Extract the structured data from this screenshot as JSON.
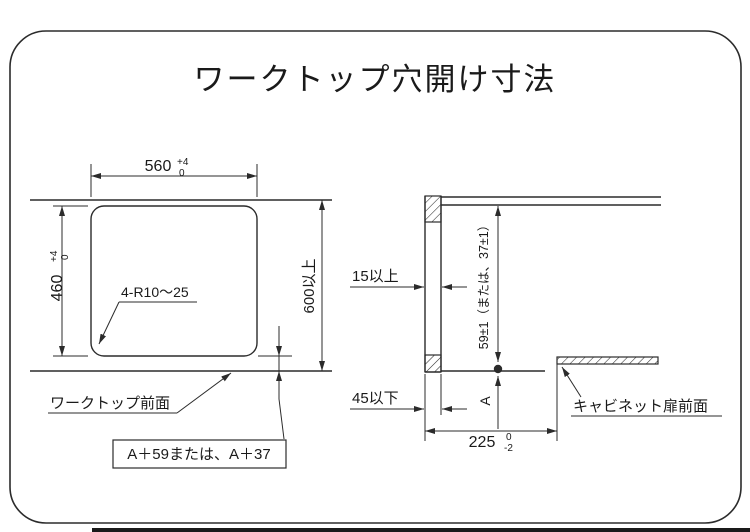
{
  "colors": {
    "line": "#2b2b2b",
    "text": "#1a1a1a",
    "background": "#ffffff"
  },
  "title": "ワークトップ穴開け寸法",
  "left_view": {
    "width_dim": {
      "value": "560",
      "tol_upper": "+4",
      "tol_lower": "0"
    },
    "height_dim": {
      "value": "460",
      "tol_upper": "+4",
      "tol_lower": "0"
    },
    "depth_dim": "600以上",
    "corner_note": "4-R10～25",
    "front_label": "ワークトップ前面",
    "offset_note": "A＋59または、A＋37"
  },
  "right_view": {
    "edge_min_dim": "15以上",
    "height_dim": "59±1（または、37±1）",
    "front_max_dim": "45以下",
    "a_dim": "A",
    "depth_dim": {
      "value": "225",
      "tol_upper": "0",
      "tol_lower": "-2"
    },
    "cabinet_label": "キャビネット扉前面"
  }
}
